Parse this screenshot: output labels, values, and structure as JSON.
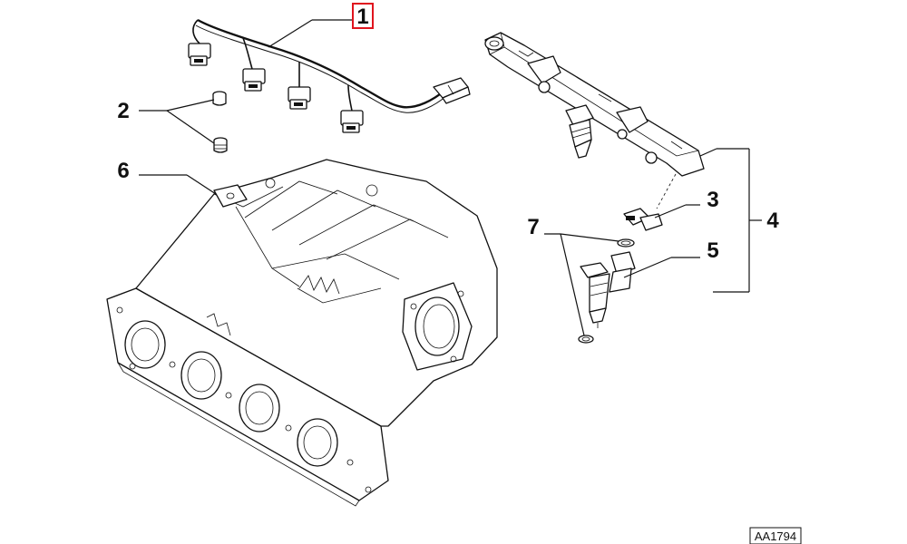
{
  "diagram": {
    "reference_code": "AA1794",
    "highlight_color": "#e0141e",
    "callouts": [
      {
        "id": "1",
        "text": "1",
        "highlighted": true
      },
      {
        "id": "2",
        "text": "2",
        "highlighted": false
      },
      {
        "id": "3",
        "text": "3",
        "highlighted": false
      },
      {
        "id": "4",
        "text": "4",
        "highlighted": false
      },
      {
        "id": "5",
        "text": "5",
        "highlighted": false
      },
      {
        "id": "6",
        "text": "6",
        "highlighted": false
      },
      {
        "id": "7",
        "text": "7",
        "highlighted": false
      }
    ]
  }
}
